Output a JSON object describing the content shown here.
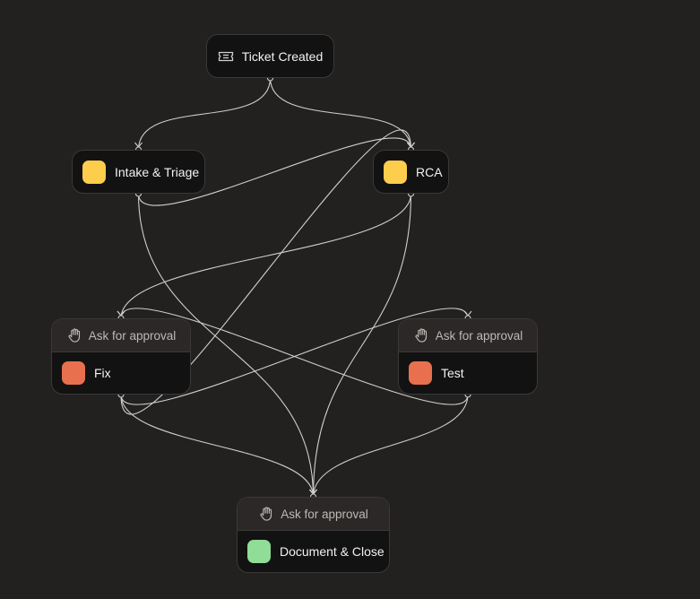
{
  "nodes": {
    "ticket_created": {
      "label": "Ticket Created",
      "icon": "ticket-icon"
    },
    "intake_triage": {
      "label": "Intake & Triage",
      "color": "#fdcd4c"
    },
    "rca": {
      "label": "RCA",
      "color": "#fdcd4c"
    },
    "fix": {
      "header": "Ask for approval",
      "header_icon": "hand-icon",
      "label": "Fix",
      "color": "#e8704e"
    },
    "test": {
      "header": "Ask for approval",
      "header_icon": "hand-icon",
      "label": "Test",
      "color": "#e8704e"
    },
    "document_close": {
      "header": "Ask for approval",
      "header_icon": "hand-icon",
      "label": "Document & Close",
      "color": "#8fdd96"
    }
  },
  "edges": [
    [
      "ticket_created",
      "intake_triage"
    ],
    [
      "ticket_created",
      "rca"
    ],
    [
      "intake_triage",
      "rca"
    ],
    [
      "intake_triage",
      "document_close"
    ],
    [
      "rca",
      "fix"
    ],
    [
      "rca",
      "document_close"
    ],
    [
      "fix",
      "rca"
    ],
    [
      "fix",
      "test"
    ],
    [
      "fix",
      "document_close"
    ],
    [
      "test",
      "fix"
    ],
    [
      "test",
      "document_close"
    ]
  ],
  "colors": {
    "background": "#222120",
    "edge": "#d0cfcd",
    "node_fill": "#121212",
    "node_border": "#3b3937"
  }
}
